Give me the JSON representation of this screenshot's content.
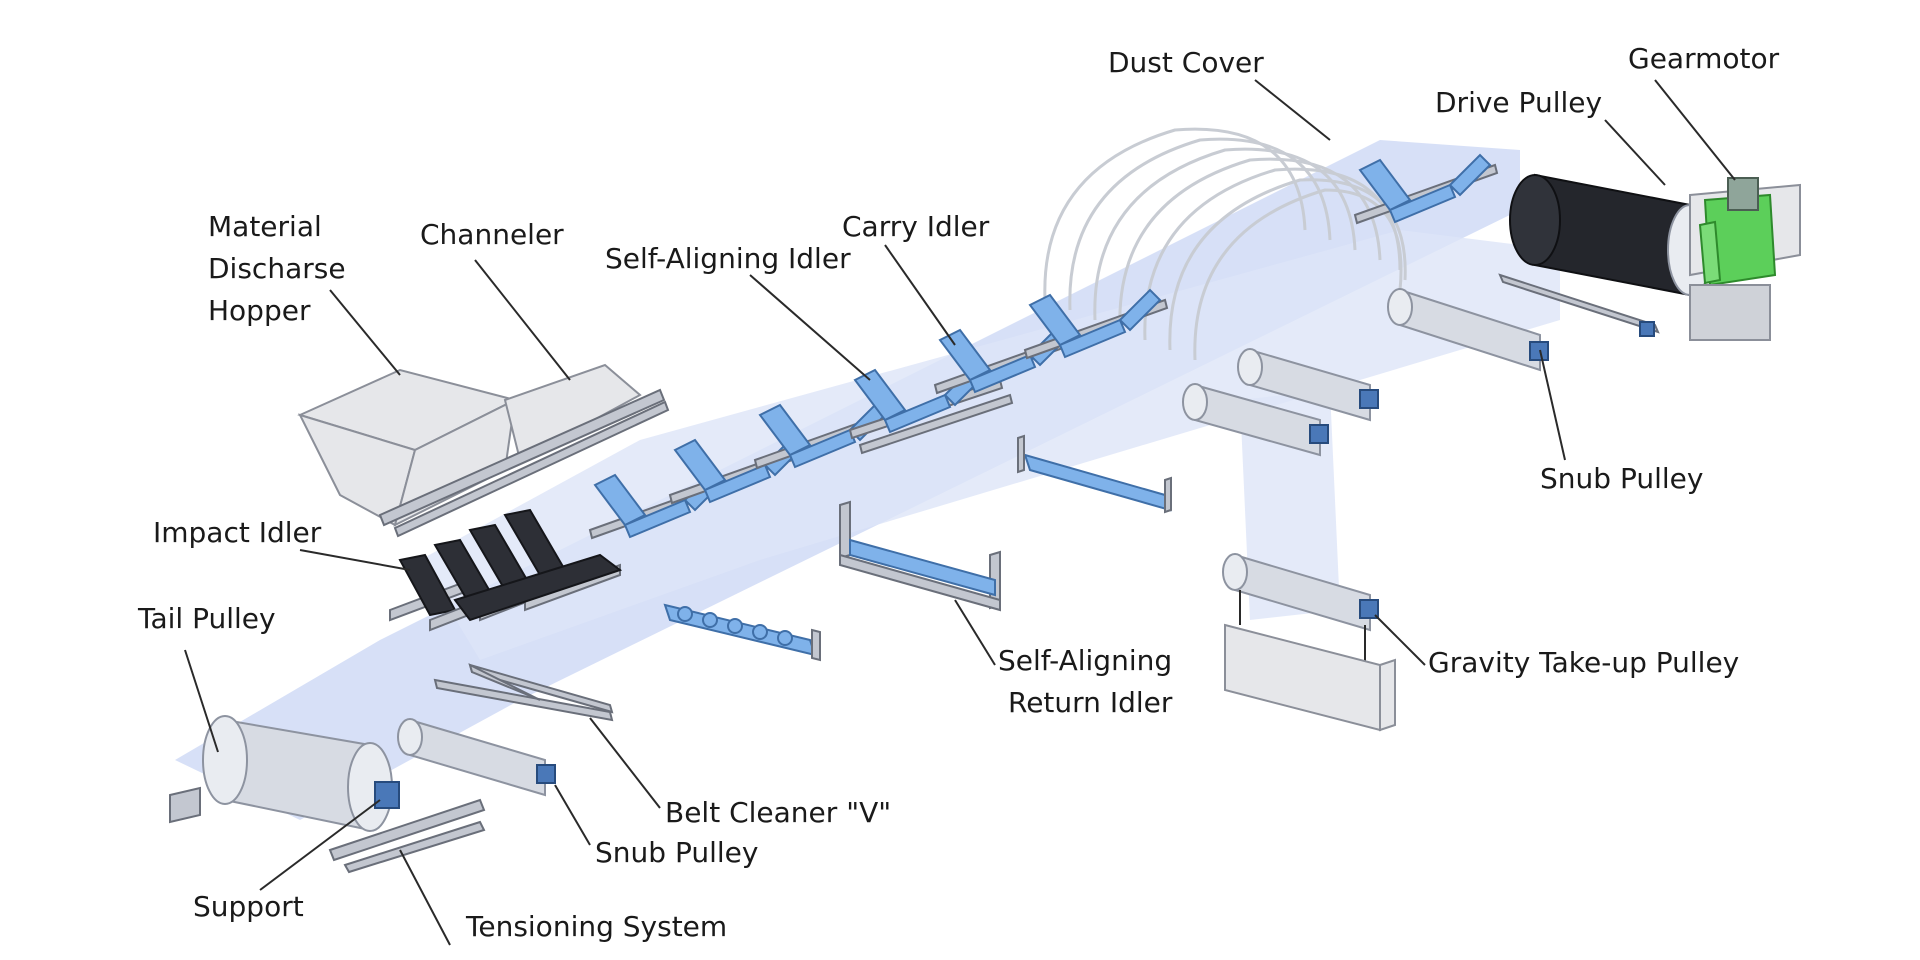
{
  "labels": {
    "dust_cover": "Dust Cover",
    "gearmotor": "Gearmotor",
    "drive_pulley": "Drive Pulley",
    "material_discharge_hopper_line1": "Material",
    "material_discharge_hopper_line2": "Discharse",
    "material_discharge_hopper_line3": "Hopper",
    "channeler": "Channeler",
    "carry_idler": "Carry Idler",
    "self_aligning_idler": "Self-Aligning Idler",
    "snub_pulley_top": "Snub Pulley",
    "impact_idler": "Impact Idler",
    "tail_pulley": "Tail Pulley",
    "self_aligning_return_idler_line1": "Self-Aligning",
    "self_aligning_return_idler_line2": "Return Idler",
    "gravity_take_up_pulley": "Gravity Take-up Pulley",
    "belt_cleaner_v": "Belt Cleaner \"V\"",
    "snub_pulley_bottom": "Snub Pulley",
    "support": "Support",
    "tensioning_system": "Tensioning System"
  },
  "colors": {
    "belt": "#c9d6f4",
    "idler_roll": "#7fb2ea",
    "impact_roll": "#2d2f36",
    "gearmotor": "#5ccf5a",
    "drive_drum": "#24262c"
  }
}
